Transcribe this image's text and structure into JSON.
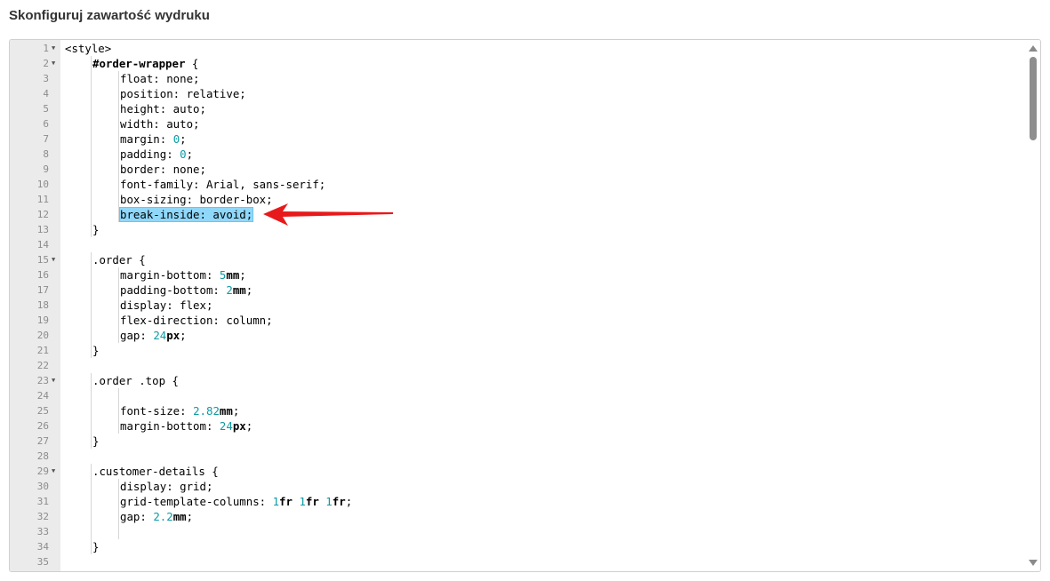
{
  "page": {
    "title": "Skonfiguruj zawartość wydruku"
  },
  "editor": {
    "highlight_color": "#8fd8fa",
    "annotation_color": "#e8191b",
    "lines": [
      {
        "n": "1",
        "fold": true,
        "indent": 0,
        "tokens": [
          {
            "t": "<style>",
            "c": ""
          }
        ]
      },
      {
        "n": "2",
        "fold": true,
        "indent": 1,
        "tokens": [
          {
            "t": "#order-wrapper",
            "c": "b"
          },
          {
            "t": " {",
            "c": ""
          }
        ]
      },
      {
        "n": "3",
        "fold": false,
        "indent": 2,
        "tokens": [
          {
            "t": "float: none;",
            "c": ""
          }
        ]
      },
      {
        "n": "4",
        "fold": false,
        "indent": 2,
        "tokens": [
          {
            "t": "position: relative;",
            "c": ""
          }
        ]
      },
      {
        "n": "5",
        "fold": false,
        "indent": 2,
        "tokens": [
          {
            "t": "height: auto;",
            "c": ""
          }
        ]
      },
      {
        "n": "6",
        "fold": false,
        "indent": 2,
        "tokens": [
          {
            "t": "width: auto;",
            "c": ""
          }
        ]
      },
      {
        "n": "7",
        "fold": false,
        "indent": 2,
        "tokens": [
          {
            "t": "margin: ",
            "c": ""
          },
          {
            "t": "0",
            "c": "num"
          },
          {
            "t": ";",
            "c": ""
          }
        ]
      },
      {
        "n": "8",
        "fold": false,
        "indent": 2,
        "tokens": [
          {
            "t": "padding: ",
            "c": ""
          },
          {
            "t": "0",
            "c": "num"
          },
          {
            "t": ";",
            "c": ""
          }
        ]
      },
      {
        "n": "9",
        "fold": false,
        "indent": 2,
        "tokens": [
          {
            "t": "border: none;",
            "c": ""
          }
        ]
      },
      {
        "n": "10",
        "fold": false,
        "indent": 2,
        "tokens": [
          {
            "t": "font-family: Arial, sans-serif;",
            "c": ""
          }
        ]
      },
      {
        "n": "11",
        "fold": false,
        "indent": 2,
        "tokens": [
          {
            "t": "box-sizing: border-box;",
            "c": ""
          }
        ]
      },
      {
        "n": "12",
        "fold": false,
        "indent": 2,
        "tokens": [
          {
            "t": "break-inside: avoid;",
            "c": "hl"
          }
        ]
      },
      {
        "n": "13",
        "fold": false,
        "indent": 1,
        "tokens": [
          {
            "t": "}",
            "c": ""
          }
        ]
      },
      {
        "n": "14",
        "fold": false,
        "indent": 0,
        "tokens": []
      },
      {
        "n": "15",
        "fold": true,
        "indent": 1,
        "tokens": [
          {
            "t": ".order {",
            "c": ""
          }
        ]
      },
      {
        "n": "16",
        "fold": false,
        "indent": 2,
        "tokens": [
          {
            "t": "margin-bottom: ",
            "c": ""
          },
          {
            "t": "5",
            "c": "num"
          },
          {
            "t": "mm",
            "c": "b"
          },
          {
            "t": ";",
            "c": ""
          }
        ]
      },
      {
        "n": "17",
        "fold": false,
        "indent": 2,
        "tokens": [
          {
            "t": "padding-bottom: ",
            "c": ""
          },
          {
            "t": "2",
            "c": "num"
          },
          {
            "t": "mm",
            "c": "b"
          },
          {
            "t": ";",
            "c": ""
          }
        ]
      },
      {
        "n": "18",
        "fold": false,
        "indent": 2,
        "tokens": [
          {
            "t": "display: flex;",
            "c": ""
          }
        ]
      },
      {
        "n": "19",
        "fold": false,
        "indent": 2,
        "tokens": [
          {
            "t": "flex-direction: column;",
            "c": ""
          }
        ]
      },
      {
        "n": "20",
        "fold": false,
        "indent": 2,
        "tokens": [
          {
            "t": "gap: ",
            "c": ""
          },
          {
            "t": "24",
            "c": "num"
          },
          {
            "t": "px",
            "c": "b"
          },
          {
            "t": ";",
            "c": ""
          }
        ]
      },
      {
        "n": "21",
        "fold": false,
        "indent": 1,
        "tokens": [
          {
            "t": "}",
            "c": ""
          }
        ]
      },
      {
        "n": "22",
        "fold": false,
        "indent": 0,
        "tokens": []
      },
      {
        "n": "23",
        "fold": true,
        "indent": 1,
        "tokens": [
          {
            "t": ".order .top {",
            "c": ""
          }
        ]
      },
      {
        "n": "24",
        "fold": false,
        "indent": 2,
        "tokens": []
      },
      {
        "n": "25",
        "fold": false,
        "indent": 2,
        "tokens": [
          {
            "t": "font-size: ",
            "c": ""
          },
          {
            "t": "2.82",
            "c": "num"
          },
          {
            "t": "mm",
            "c": "b"
          },
          {
            "t": ";",
            "c": ""
          }
        ]
      },
      {
        "n": "26",
        "fold": false,
        "indent": 2,
        "tokens": [
          {
            "t": "margin-bottom: ",
            "c": ""
          },
          {
            "t": "24",
            "c": "num"
          },
          {
            "t": "px",
            "c": "b"
          },
          {
            "t": ";",
            "c": ""
          }
        ]
      },
      {
        "n": "27",
        "fold": false,
        "indent": 1,
        "tokens": [
          {
            "t": "}",
            "c": ""
          }
        ]
      },
      {
        "n": "28",
        "fold": false,
        "indent": 0,
        "tokens": []
      },
      {
        "n": "29",
        "fold": true,
        "indent": 1,
        "tokens": [
          {
            "t": ".customer-details {",
            "c": ""
          }
        ]
      },
      {
        "n": "30",
        "fold": false,
        "indent": 2,
        "tokens": [
          {
            "t": "display: grid;",
            "c": ""
          }
        ]
      },
      {
        "n": "31",
        "fold": false,
        "indent": 2,
        "tokens": [
          {
            "t": "grid-template-columns: ",
            "c": ""
          },
          {
            "t": "1",
            "c": "num"
          },
          {
            "t": "fr",
            "c": "b"
          },
          {
            "t": " ",
            "c": ""
          },
          {
            "t": "1",
            "c": "num"
          },
          {
            "t": "fr",
            "c": "b"
          },
          {
            "t": " ",
            "c": ""
          },
          {
            "t": "1",
            "c": "num"
          },
          {
            "t": "fr",
            "c": "b"
          },
          {
            "t": ";",
            "c": ""
          }
        ]
      },
      {
        "n": "32",
        "fold": false,
        "indent": 2,
        "tokens": [
          {
            "t": "gap: ",
            "c": ""
          },
          {
            "t": "2.2",
            "c": "num"
          },
          {
            "t": "mm",
            "c": "b"
          },
          {
            "t": ";",
            "c": ""
          }
        ]
      },
      {
        "n": "33",
        "fold": false,
        "indent": 2,
        "tokens": []
      },
      {
        "n": "34",
        "fold": false,
        "indent": 1,
        "tokens": [
          {
            "t": "}",
            "c": ""
          }
        ]
      },
      {
        "n": "35",
        "fold": false,
        "indent": 0,
        "tokens": []
      }
    ]
  }
}
